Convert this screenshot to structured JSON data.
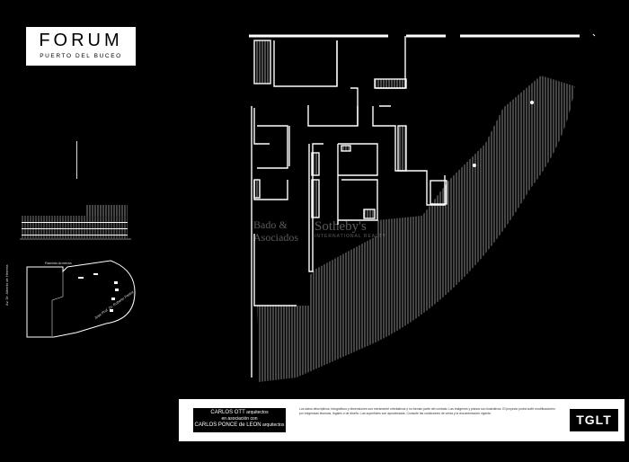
{
  "logo": {
    "name": "FORUM",
    "subtitle": "PUERTO DEL BUCEO"
  },
  "watermark": {
    "left": "Bado &\nAsociados",
    "right": "Sotheby's",
    "right_small": "INTERNATIONAL REALTY"
  },
  "map_labels": {
    "top": "Rambla Armenia",
    "left": "Av. Dr. Alberto de Herrera",
    "bottom": "Jose Prof. Dr. Roberto Pastor"
  },
  "footer": {
    "architect_1": "CARLOS OTT",
    "architect_1_role": "arquitectos",
    "associated": "en asociación con",
    "architect_2": "CARLOS PONCE de LEON",
    "architect_2_role": "arquitectos",
    "disclaimer": "Los datos descriptivos, fotográficos y dimensiones son meramente orientativos y no forman parte del contrato. Las imágenes y planos son ilustrativos. El proyecto podrá sufrir modificaciones por exigencias técnicas, legales o de diseño. Las superficies son aproximadas. Consulte las condiciones de venta y la documentación vigente.",
    "brand": "TGLT"
  },
  "colors": {
    "background": "#000000",
    "lines": "#ffffff",
    "panel": "#ffffff"
  }
}
